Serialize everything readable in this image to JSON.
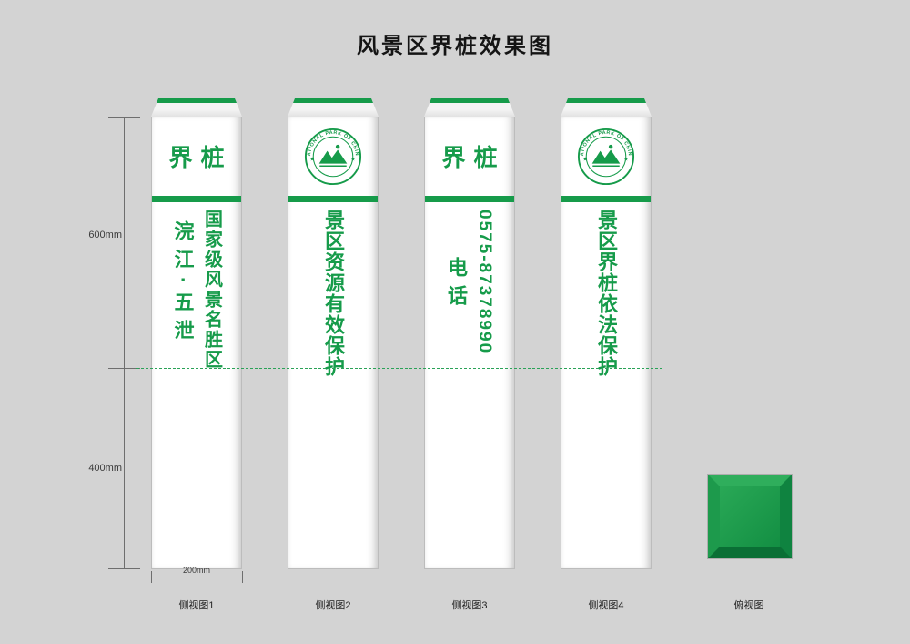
{
  "page": {
    "title": "风景区界桩效果图"
  },
  "colors": {
    "green": "#169b4a",
    "green_dark": "#0b7a37",
    "background": "#d3d3d3",
    "post_face": "#ffffff"
  },
  "dimensions": {
    "upper_height": "600mm",
    "lower_height": "400mm",
    "post_width": "200mm"
  },
  "logo": {
    "arc_text": "NATIONAL PARK OF CHINA",
    "star": "★"
  },
  "posts": [
    {
      "caption": "侧视图1",
      "header": "界桩",
      "col_left": "浣江·五泄",
      "col_right": "国家级风景名胜区"
    },
    {
      "caption": "侧视图2",
      "main_text": "景区资源有效保护"
    },
    {
      "caption": "侧视图3",
      "header": "界桩",
      "phone_label": "电话",
      "phone_number": "0575-87378990"
    },
    {
      "caption": "侧视图4",
      "main_text": "景区界桩依法保护"
    }
  ],
  "top_view": {
    "caption": "俯视图"
  }
}
